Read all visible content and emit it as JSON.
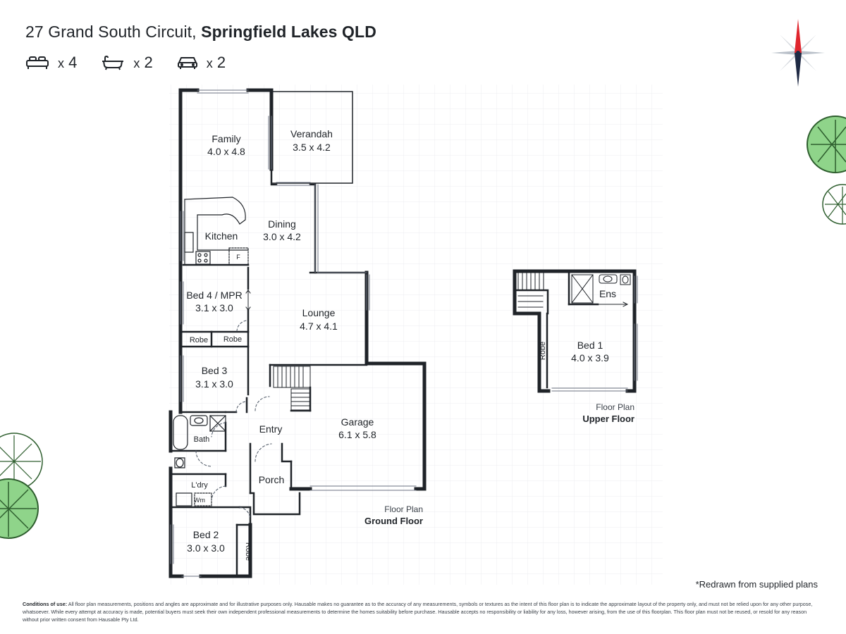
{
  "header": {
    "address_street": "27 Grand South Circuit,",
    "address_suburb": "Springfield Lakes QLD"
  },
  "features": {
    "beds": {
      "icon": "bed-icon",
      "count": "4"
    },
    "baths": {
      "icon": "bath-icon",
      "count": "2"
    },
    "cars": {
      "icon": "car-icon",
      "count": "2"
    },
    "multiplier": "x"
  },
  "rooms": {
    "family": {
      "name": "Family",
      "size": "4.0 x 4.8"
    },
    "verandah": {
      "name": "Verandah",
      "size": "3.5 x 4.2"
    },
    "dining": {
      "name": "Dining",
      "size": "3.0 x 4.2"
    },
    "kitchen": {
      "name": "Kitchen"
    },
    "fridge": {
      "name": "F"
    },
    "bed4": {
      "name": "Bed 4 / MPR",
      "size": "3.1 x 3.0"
    },
    "lounge": {
      "name": "Lounge",
      "size": "4.7 x 4.1"
    },
    "robe_a": {
      "name": "Robe"
    },
    "robe_b": {
      "name": "Robe"
    },
    "bed3": {
      "name": "Bed 3",
      "size": "3.1 x 3.0"
    },
    "bath": {
      "name": "Bath"
    },
    "entry": {
      "name": "Entry"
    },
    "garage": {
      "name": "Garage",
      "size": "6.1 x 5.8"
    },
    "laundry": {
      "name": "L'dry"
    },
    "washer": {
      "name": "Wm"
    },
    "porch": {
      "name": "Porch"
    },
    "bed2": {
      "name": "Bed 2",
      "size": "3.0 x 3.0"
    },
    "robe_bed2": {
      "name": "Robe"
    },
    "ens": {
      "name": "Ens"
    },
    "bed1": {
      "name": "Bed 1",
      "size": "4.0 x 3.9"
    },
    "robe_bed1": {
      "name": "Robe"
    }
  },
  "floors": {
    "ground": {
      "caption": "Floor Plan",
      "name": "Ground Floor"
    },
    "upper": {
      "caption": "Floor Plan",
      "name": "Upper Floor"
    }
  },
  "footer": {
    "redrawn": "*Redrawn from supplied plans",
    "conditions_label": "Conditions of use:",
    "conditions_text": "All floor plan measurements, positions and angles are approximate and for illustrative purposes only. Hausable makes no guarantee as to the accuracy of any measurements, symbols or textures as the intent of this floor plan is to indicate the approximate layout of the property only, and must not be relied upon for any other purpose, whatsoever. While every attempt at accuracy is made, potential buyers must seek their own independent professional measurements to determine the homes suitability before purchase. Hausable accepts no responsibility or liability for any loss, however arising, from the use of this floorplan. This floor plan must not be reused, or resold for any reason without prior written consent from Hausable Pty Ltd."
  },
  "colors": {
    "wall": "#1f2328",
    "grid": "#eceef0",
    "tree_light": "#8fd48a",
    "tree_dark": "#2e5e2e",
    "compass_red": "#e0262e",
    "compass_dark": "#1f2a44"
  }
}
